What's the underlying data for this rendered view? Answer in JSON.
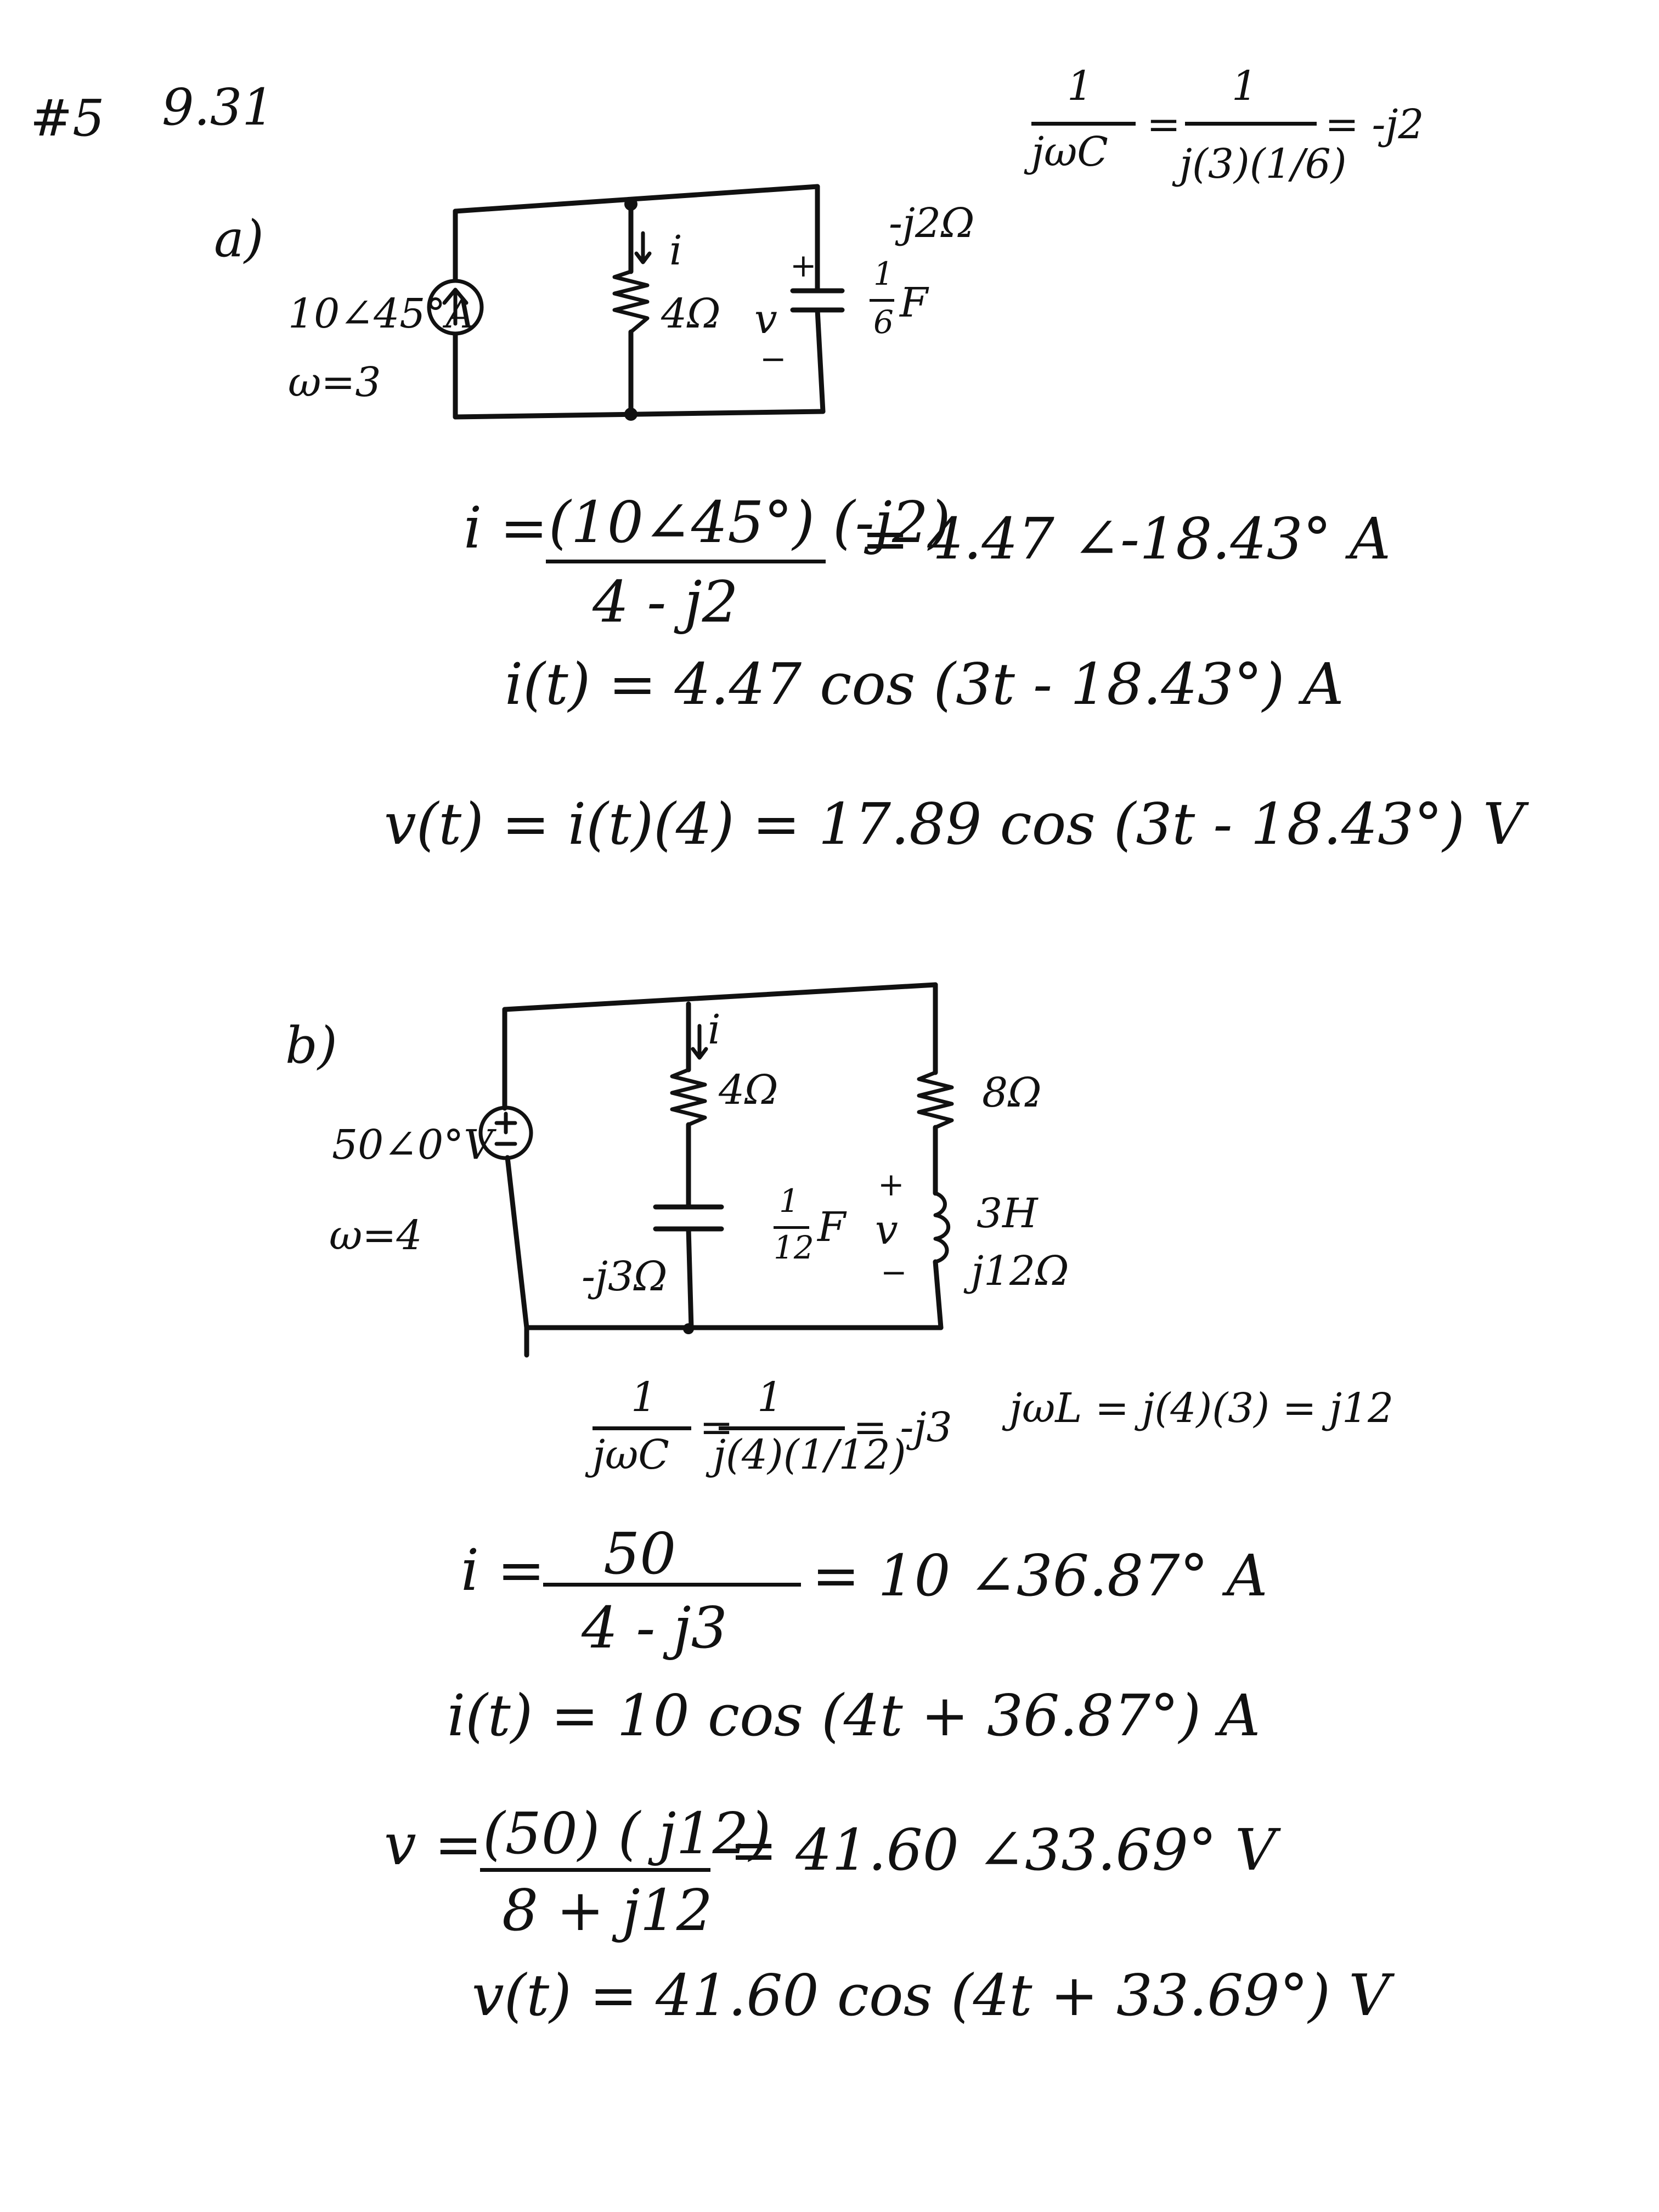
{
  "header": {
    "problem": "#5",
    "number": "9.31"
  },
  "part_a": {
    "label": "a)",
    "source_label": "10∠45°A",
    "omega": "ω=3",
    "resistor_current": "i",
    "resistor": "4Ω",
    "cap_voltage": "v",
    "cap_value_num": "1",
    "cap_value_den": "6",
    "cap_unit": "F",
    "cap_impedance": "-j2Ω",
    "zc_num": "1",
    "zc_den": "jωC",
    "zc_num2": "1",
    "zc_den2": "j(3)(1/6)",
    "zc_result": "= -j2",
    "eq_i_label": "i =",
    "eq_i_num": "(10∠45°) (-j2)",
    "eq_i_den": "4 - j2",
    "eq_i_result": "=   4.47 ∠-18.43° A",
    "eq_it": "i(t) = 4.47 cos (3t - 18.43°) A",
    "eq_vt": "v(t) = i(t)(4) = 17.89 cos (3t - 18.43°) V"
  },
  "part_b": {
    "label": "b)",
    "source_label": "50∠0°V",
    "omega": "ω=4",
    "resistor_current": "i",
    "resistor1": "4Ω",
    "cap_num": "1",
    "cap_den": "12",
    "cap_unit": "F",
    "cap_impedance": "-j3Ω",
    "resistor2": "8Ω",
    "ind_voltage": "v",
    "ind_value": "3H",
    "ind_impedance": "j12Ω",
    "zc_num": "1",
    "zc_den": "jωC",
    "zc_num2": "1",
    "zc_den2": "j(4)(1/12)",
    "zc_result": "= -j3",
    "zl": "jωL = j(4)(3) = j12",
    "eq_i_label": "i =",
    "eq_i_num": "50",
    "eq_i_den": "4 - j3",
    "eq_i_result": "= 10 ∠36.87° A",
    "eq_it": "i(t) = 10 cos (4t + 36.87°) A",
    "eq_v_label": "v =",
    "eq_v_num": "(50) ( j12)",
    "eq_v_den": "8 + j12",
    "eq_v_result": "= 41.60 ∠33.69° V",
    "eq_vt": "v(t) = 41.60 cos (4t + 33.69°) V"
  }
}
